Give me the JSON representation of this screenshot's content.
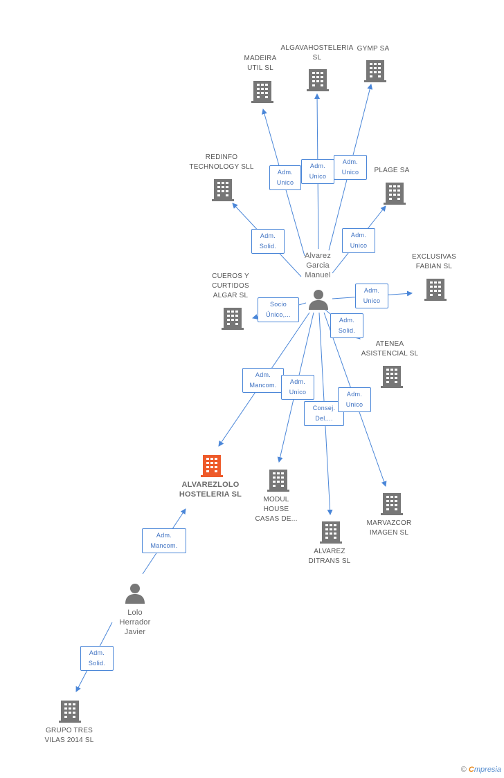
{
  "colors": {
    "edge": "#4a86d8",
    "company": "#777777",
    "focus_company": "#ee5a2a",
    "person": "#777777"
  },
  "focus_company": "ALVAREZLOLO\nHOSTELERIA SL",
  "people": [
    {
      "id": "alvarez",
      "label": "Alvarez\nGarcia\nManuel",
      "icon": "person-icon"
    },
    {
      "id": "lolo",
      "label": "Lolo\nHerrador\nJavier",
      "icon": "person-icon"
    }
  ],
  "companies": [
    {
      "id": "madeira",
      "label": "MADEIRA\nUTIL SL",
      "icon": "building-icon"
    },
    {
      "id": "algava",
      "label": "ALGAVAHOSTELERIA\nSL",
      "icon": "building-icon"
    },
    {
      "id": "gymp",
      "label": "GYMP SA",
      "icon": "building-icon"
    },
    {
      "id": "redinfo",
      "label": "REDINFO\nTECHNOLOGY SLL",
      "icon": "building-icon"
    },
    {
      "id": "plage",
      "label": "PLAGE SA",
      "icon": "building-icon"
    },
    {
      "id": "exclusivas",
      "label": "EXCLUSIVAS\nFABIAN SL",
      "icon": "building-icon"
    },
    {
      "id": "cueros",
      "label": "CUEROS Y\nCURTIDOS\nALGAR SL",
      "icon": "building-icon"
    },
    {
      "id": "atenea",
      "label": "ATENEA\nASISTENCIAL SL",
      "icon": "building-icon"
    },
    {
      "id": "alvarezlolo",
      "label": "ALVAREZLOLO\nHOSTELERIA SL",
      "icon": "building-icon",
      "focus": true
    },
    {
      "id": "modul",
      "label": "MODUL\nHOUSE\nCASAS DE...",
      "icon": "building-icon"
    },
    {
      "id": "ditrans",
      "label": "ALVAREZ\nDITRANS SL",
      "icon": "building-icon"
    },
    {
      "id": "marvazcor",
      "label": "MARVAZCOR\nIMAGEN SL",
      "icon": "building-icon"
    },
    {
      "id": "grupotres",
      "label": "GRUPO TRES\nVILAS 2014 SL",
      "icon": "building-icon"
    }
  ],
  "relations": [
    {
      "id": "r-madeira",
      "label": "Adm.\nUnico"
    },
    {
      "id": "r-algava",
      "label": "Adm.\nUnico"
    },
    {
      "id": "r-gymp",
      "label": "Adm.\nUnico"
    },
    {
      "id": "r-redinfo",
      "label": "Adm.\nSolid."
    },
    {
      "id": "r-plage",
      "label": "Adm.\nUnico"
    },
    {
      "id": "r-exclusivas",
      "label": "Adm.\nUnico"
    },
    {
      "id": "r-cueros",
      "label": "Socio\nÚnico,..."
    },
    {
      "id": "r-atenea",
      "label": "Adm.\nSolid."
    },
    {
      "id": "r-alvarezlolo",
      "label": "Adm.\nMancom."
    },
    {
      "id": "r-modul",
      "label": "Adm.\nUnico"
    },
    {
      "id": "r-ditrans",
      "label": "Consej.\nDel...."
    },
    {
      "id": "r-marvazcor",
      "label": "Adm.\nUnico"
    },
    {
      "id": "r-lolo-focus",
      "label": "Adm.\nMancom."
    },
    {
      "id": "r-grupotres",
      "label": "Adm.\nSolid."
    }
  ],
  "brand": {
    "copyright": "©",
    "e": "C",
    "rest": "mpresia"
  }
}
